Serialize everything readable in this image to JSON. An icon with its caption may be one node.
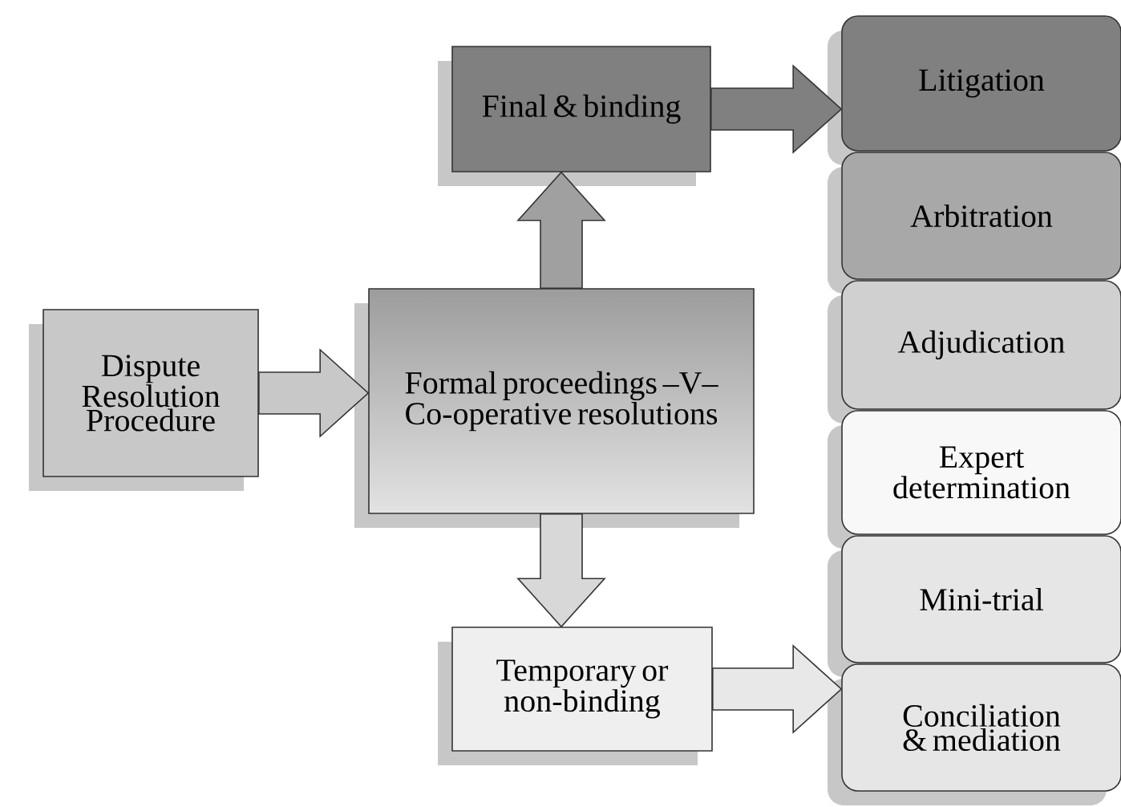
{
  "diagram": {
    "nodes": [
      {
        "text": [
          "Dispute Resolution Procedure"
        ]
      },
      {
        "text": [
          "Formal proceedings –V– Co-operative resolutions"
        ]
      },
      {
        "text": [
          "Final & binding"
        ]
      },
      {
        "text": [
          "Temporary or non-binding"
        ]
      },
      {
        "text": [
          "Litigation"
        ]
      },
      {
        "text": [
          "Arbitration"
        ]
      },
      {
        "text": [
          "Adjudication"
        ]
      },
      {
        "text": [
          "Expert determination"
        ]
      },
      {
        "text": [
          "Mini-trial"
        ]
      },
      {
        "text": [
          "Conciliation & mediation"
        ]
      }
    ],
    "edges": [
      {
        "from": 0,
        "to": 1,
        "arrow": "to"
      },
      {
        "from": 1,
        "to": 2,
        "arrow": "to"
      },
      {
        "from": 1,
        "to": 3,
        "arrow": "to"
      },
      {
        "from": 2,
        "to": 4,
        "arrow": "to"
      },
      {
        "from": 3,
        "to": 9,
        "arrow": "to"
      }
    ]
  }
}
